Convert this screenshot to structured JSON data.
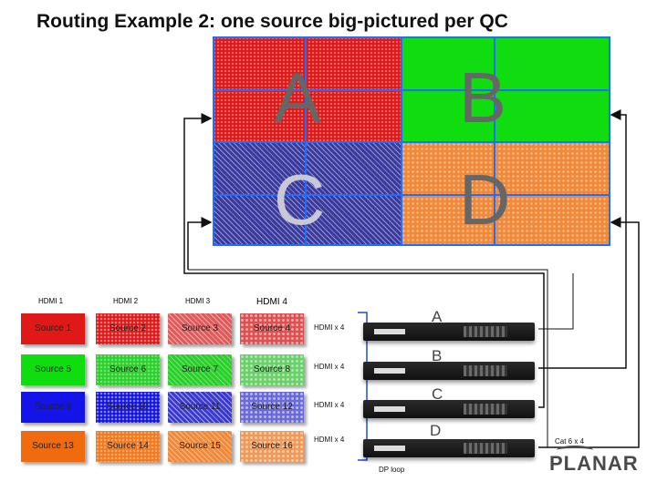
{
  "title": "Routing Example 2: one source big-pictured per QC",
  "wall": {
    "a": "A",
    "b": "B",
    "c": "C",
    "d": "D"
  },
  "headers": [
    "HDMI 1",
    "HDMI 2",
    "HDMI 3",
    "HDMI 4"
  ],
  "sources": [
    "Source 1",
    "Source 2",
    "Source 3",
    "Source 4",
    "Source 5",
    "Source 6",
    "Source 7",
    "Source 8",
    "Source 9",
    "Source 10",
    "Source 11",
    "Source 12",
    "Source 13",
    "Source 14",
    "Source 15",
    "Source 16"
  ],
  "processors": [
    {
      "input": "HDMI x 4",
      "label": "A"
    },
    {
      "input": "HDMI x 4",
      "label": "B"
    },
    {
      "input": "HDMI x 4",
      "label": "C"
    },
    {
      "input": "HDMI x 4",
      "label": "D"
    }
  ],
  "dp_loop": "DP loop",
  "cable": "Cat 6 x 4",
  "logo": "PLANAR",
  "colors": {
    "red": "#e01818",
    "green": "#10dd10",
    "blue": "#1414e8",
    "orange": "#f06a10",
    "grid": "#1e6fff"
  }
}
